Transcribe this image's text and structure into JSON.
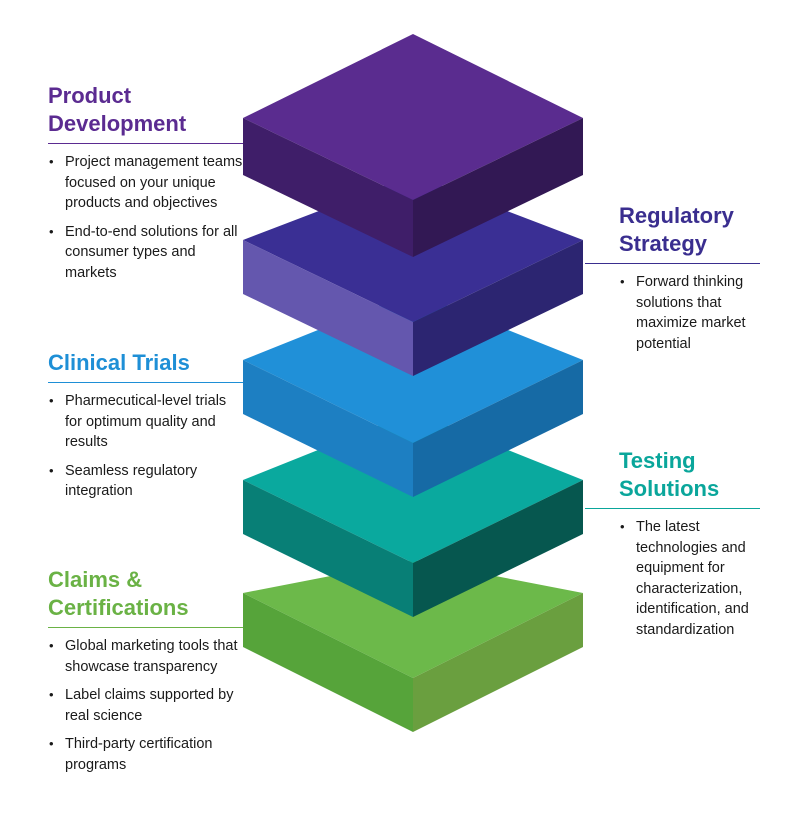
{
  "colors": {
    "product_development": "#5b2b91",
    "regulatory_strategy": "#3a2e8f",
    "clinical_trials": "#1e8fd6",
    "testing_solutions": "#0aa69b",
    "claims_certifications": "#6ab245"
  },
  "sections": {
    "product_development": {
      "title_line1": "Product",
      "title_line2": "Development",
      "bullets": [
        "Project management teams focused on your unique products and objectives",
        "End-to-end solutions for all consumer types and markets"
      ]
    },
    "regulatory_strategy": {
      "title_line1": "Regulatory",
      "title_line2": "Strategy",
      "bullets": [
        "Forward thinking solutions that maximize market potential"
      ]
    },
    "clinical_trials": {
      "title_line1": "Clinical Trials",
      "bullets": [
        "Pharmecutical-level trials for optimum quality and results",
        "Seamless regulatory integration"
      ]
    },
    "testing_solutions": {
      "title_line1": "Testing",
      "title_line2": "Solutions",
      "bullets": [
        "The latest technologies and equipment for characterization, identification, and standardization"
      ]
    },
    "claims_certifications": {
      "title_line1": "Claims &",
      "title_line2": "Certifications",
      "bullets": [
        "Global marketing tools that showcase transparency",
        "Label claims supported by real science",
        "Third-party certification programs"
      ]
    }
  }
}
